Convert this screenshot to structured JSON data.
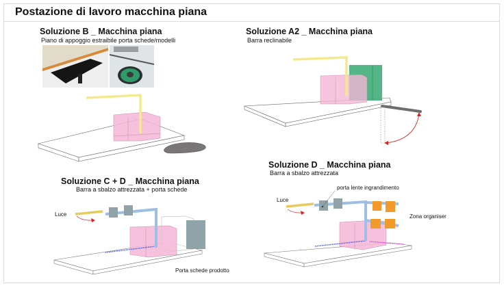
{
  "page": {
    "title": "Postazione di lavoro macchina piana"
  },
  "solutions": {
    "b": {
      "title": "Soluzione B _ Macchina piana",
      "subtitle": "Piano di appoggio estraibile porta schede/modelli"
    },
    "a2": {
      "title": "Soluzione A2 _ Macchina piana",
      "subtitle": "Barra reclinabile"
    },
    "cd": {
      "title": "Soluzione C + D _ Macchina piana",
      "subtitle": "Barra a sbalzo attrezzata + porta schede",
      "labels": {
        "light": "Luce",
        "card_holder": "Porta schede prodotto"
      }
    },
    "d": {
      "title": "Soluzione D _ Macchina piana",
      "subtitle": "Barra a sbalzo attrezzata",
      "labels": {
        "light": "Luce",
        "magnifier_holder": "porta lente ingrandimento",
        "organiser_zone": "Zona organiser"
      }
    }
  },
  "colors": {
    "pink_volume": "#f4b6d6",
    "yellow_arm": "#f3ea8f",
    "blue_bar": "#9dbfe3",
    "green_panel": "#3fae7b",
    "orange_organiser": "#f39a2c",
    "grey_module": "#8fa3a8",
    "red_arrow": "#e02020"
  }
}
